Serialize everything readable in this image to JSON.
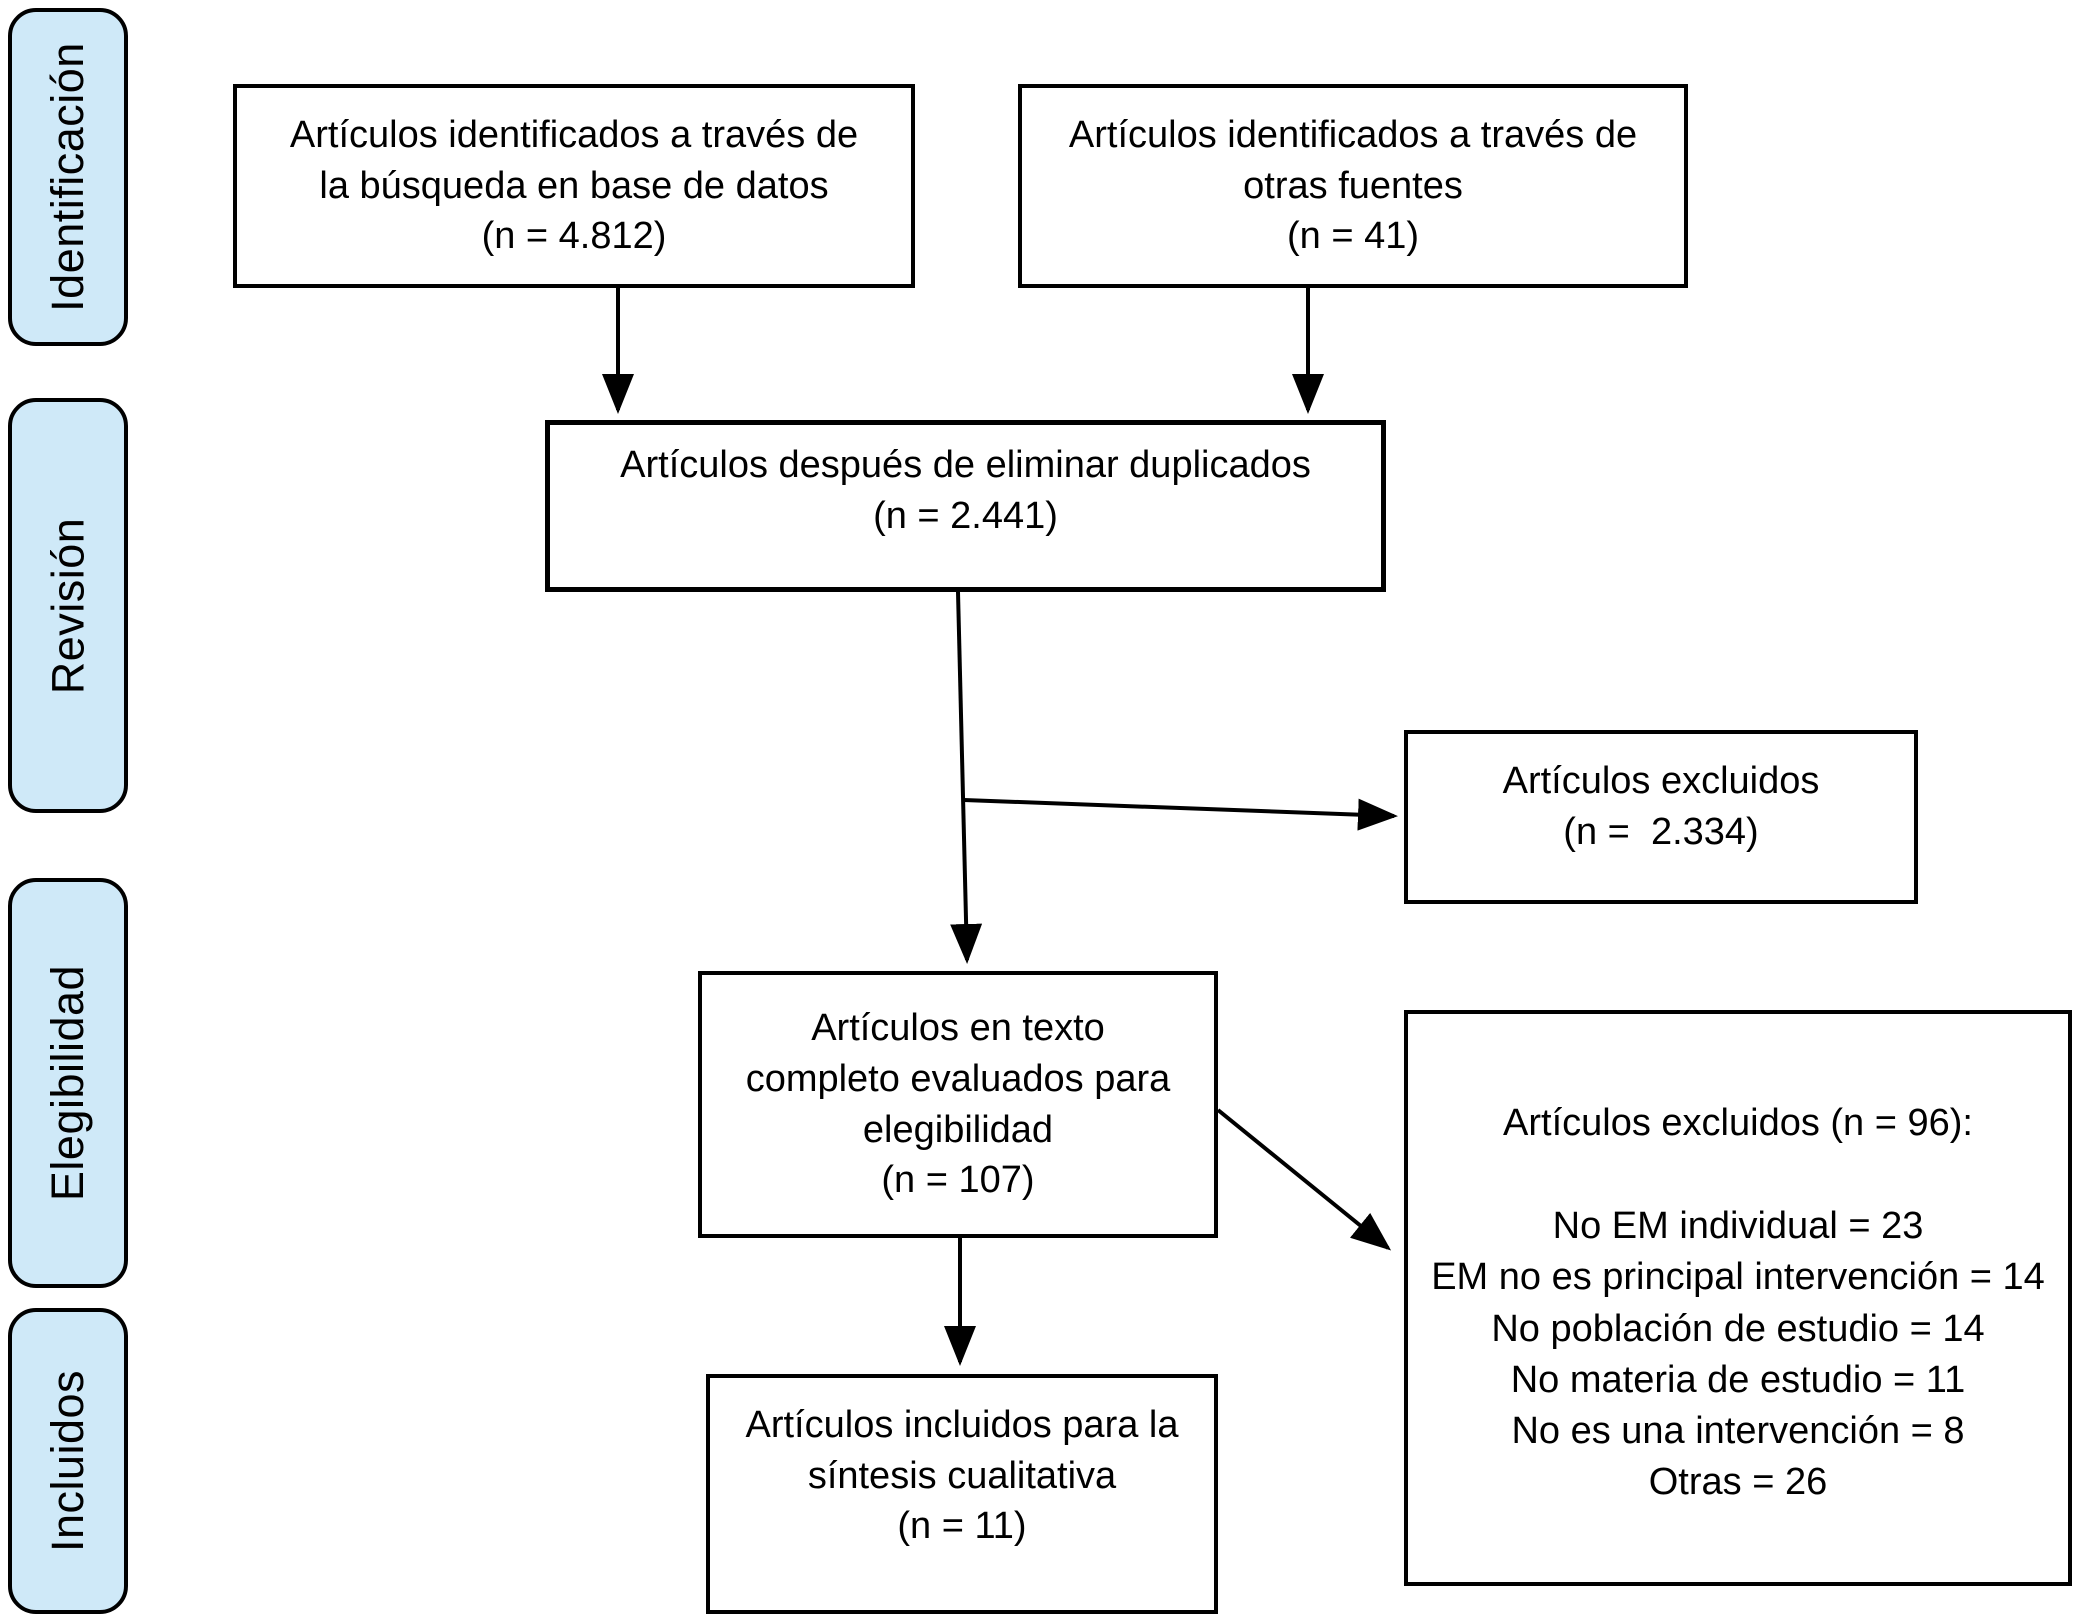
{
  "sidebar": {
    "stages": [
      {
        "label": "Identificación"
      },
      {
        "label": "Revisión"
      },
      {
        "label": "Elegibilidad"
      },
      {
        "label": "Incluidos"
      }
    ]
  },
  "boxes": {
    "identified_db": {
      "text": "Artículos identificados a través de\nla búsqueda en base de datos\n(n = 4.812)"
    },
    "identified_other": {
      "text": "Artículos identificados a través de\notras fuentes\n(n = 41)"
    },
    "after_duplicates": {
      "text": "Artículos después de eliminar duplicados\n(n = 2.441)"
    },
    "excluded_screening": {
      "text": "Artículos excluidos\n(n =  2.334)"
    },
    "fulltext_assessed": {
      "text": "Artículos en texto\ncompleto evaluados para\nelegibilidad\n(n = 107)"
    },
    "excluded_fulltext": {
      "title": "Artículos excluidos (n = 96):",
      "reasons": [
        "No EM individual = 23",
        "EM no es principal intervención = 14",
        "No población de estudio = 14",
        "No materia de estudio = 11",
        "No es una intervención = 8",
        "Otras = 26"
      ]
    },
    "included_qualitative": {
      "text": "Artículos incluidos para la\nsíntesis cualitativa\n(n = 11)"
    }
  },
  "colors": {
    "stage_fill": "#cfe9f8",
    "box_fill": "#ffffff",
    "border": "#000000",
    "arrow": "#000000",
    "text": "#000000",
    "background": "#ffffff"
  }
}
